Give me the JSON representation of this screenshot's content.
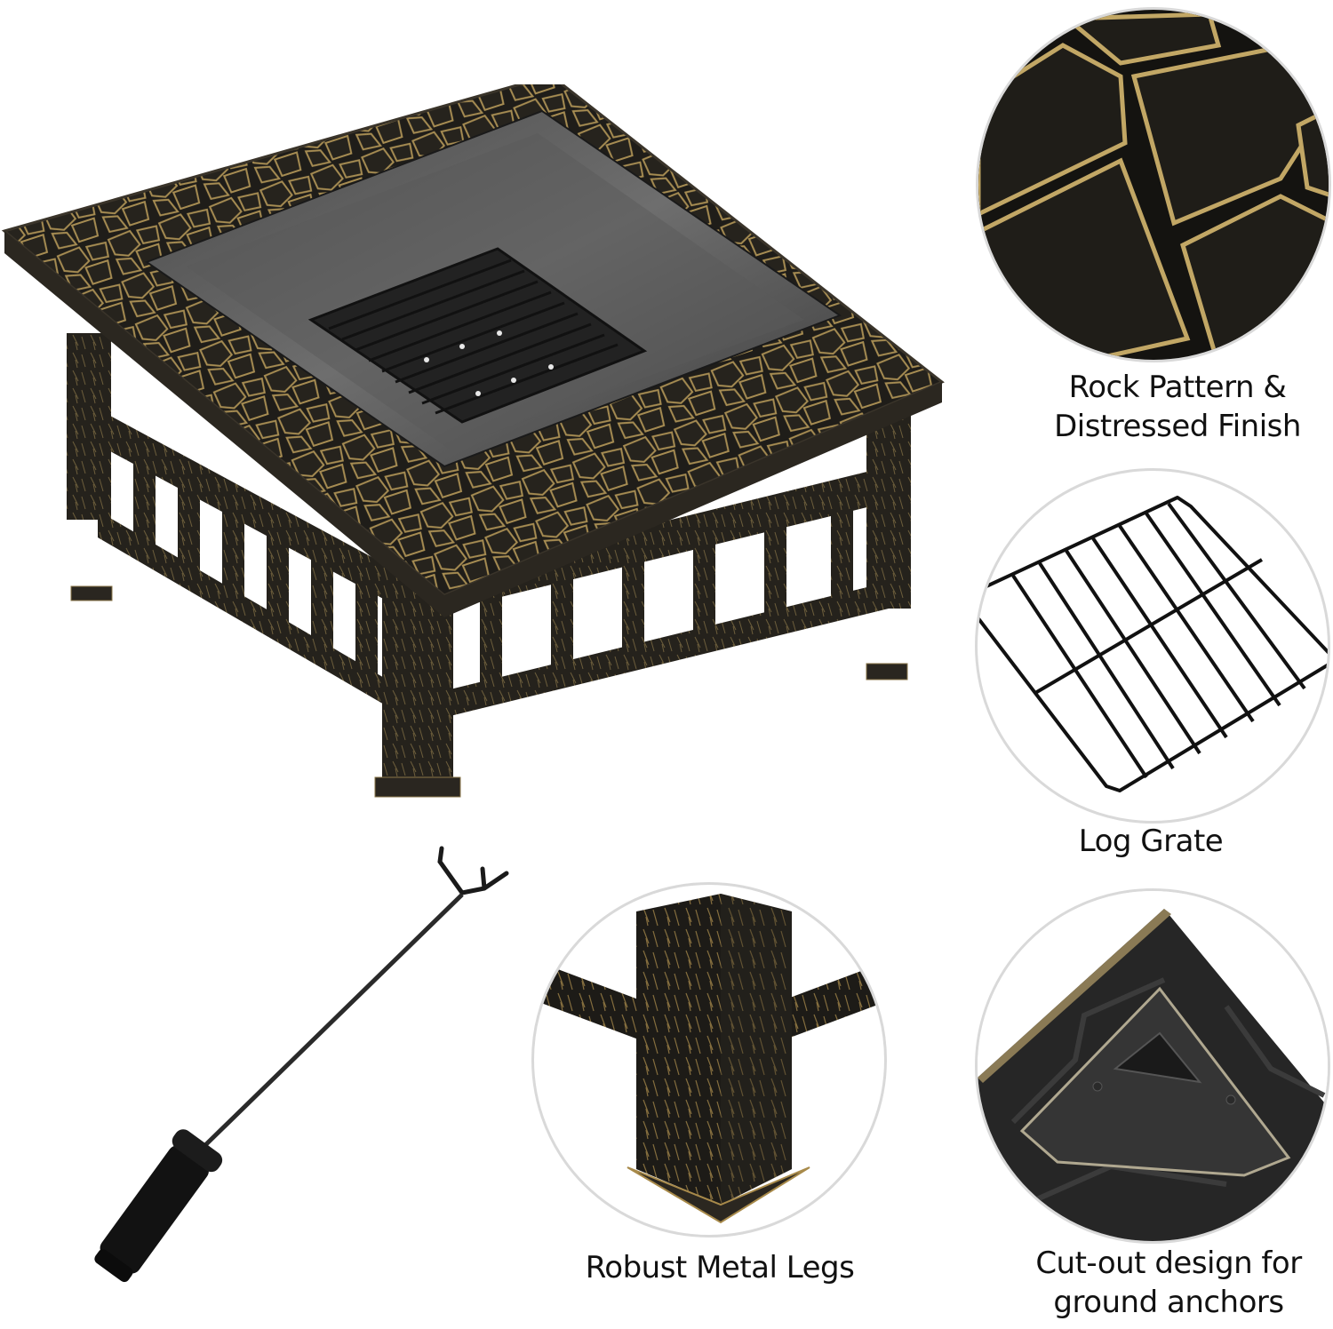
{
  "product": {
    "name": "Square metal fire pit",
    "main_image_label": "fire-pit-main-view",
    "accessory_label": "fire-poker"
  },
  "features": [
    {
      "id": "rock-pattern",
      "caption_line1": "Rock Pattern &",
      "caption_line2": "Distressed Finish"
    },
    {
      "id": "log-grate",
      "caption_line1": "Log Grate",
      "caption_line2": ""
    },
    {
      "id": "metal-legs",
      "caption_line1": "Robust Metal Legs",
      "caption_line2": ""
    },
    {
      "id": "ground-anchors",
      "caption_line1": "Cut-out design for",
      "caption_line2": "ground anchors"
    }
  ],
  "colors": {
    "background": "#ffffff",
    "metal_dark": "#1e1c18",
    "bronze_highlight": "#b59a5a",
    "bowl_gray": "#6a6a6a",
    "circle_outline": "#d9d9d9",
    "text": "#111111"
  }
}
